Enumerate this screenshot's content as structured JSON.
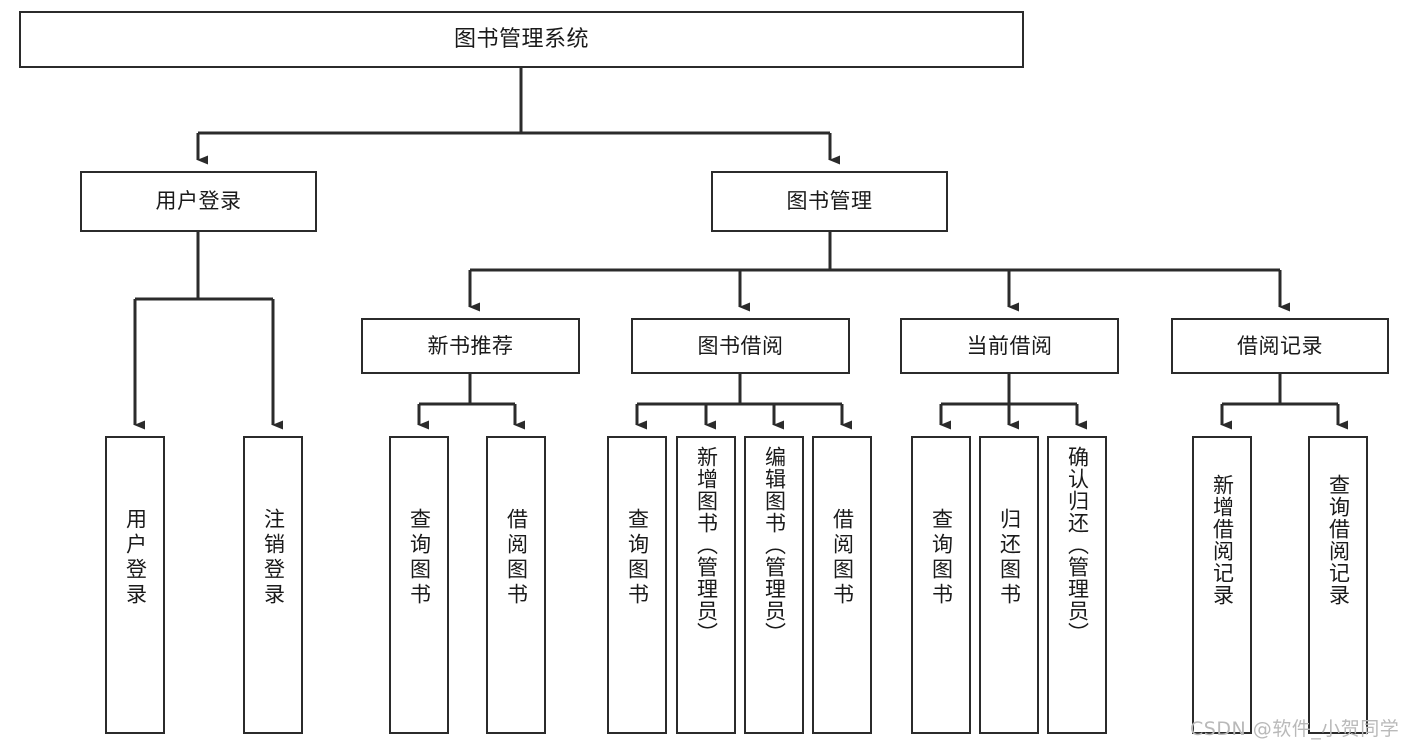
{
  "diagram": {
    "type": "tree",
    "title": "图书管理系统",
    "watermark": "CSDN @软件_小贺同学",
    "colors": {
      "node_border": "#2b2b2b",
      "node_fill": "#ffffff",
      "edge": "#2b2b2b",
      "text": "#1a1a1a",
      "watermark": "#b9b9b9",
      "background": "#ffffff"
    },
    "nodes": {
      "root": {
        "label": "图书管理系统"
      },
      "level2": [
        {
          "label": "用户登录"
        },
        {
          "label": "图书管理"
        }
      ],
      "level3": [
        {
          "label": "新书推荐"
        },
        {
          "label": "图书借阅"
        },
        {
          "label": "当前借阅"
        },
        {
          "label": "借阅记录"
        }
      ],
      "leaves": {
        "user_login": [
          {
            "label": "用户登录"
          },
          {
            "label": "注销登录"
          }
        ],
        "new_book_recommend": [
          {
            "label": "查询图书"
          },
          {
            "label": "借阅图书"
          }
        ],
        "book_borrow": [
          {
            "label": "查询图书"
          },
          {
            "label": "新增图书（管理员）"
          },
          {
            "label": "编辑图书（管理员）"
          },
          {
            "label": "借阅图书"
          }
        ],
        "current_borrow": [
          {
            "label": "查询图书"
          },
          {
            "label": "归还图书"
          },
          {
            "label": "确认归还（管理员）"
          }
        ],
        "borrow_record": [
          {
            "label": "新增借阅记录"
          },
          {
            "label": "查询借阅记录"
          }
        ]
      }
    }
  }
}
